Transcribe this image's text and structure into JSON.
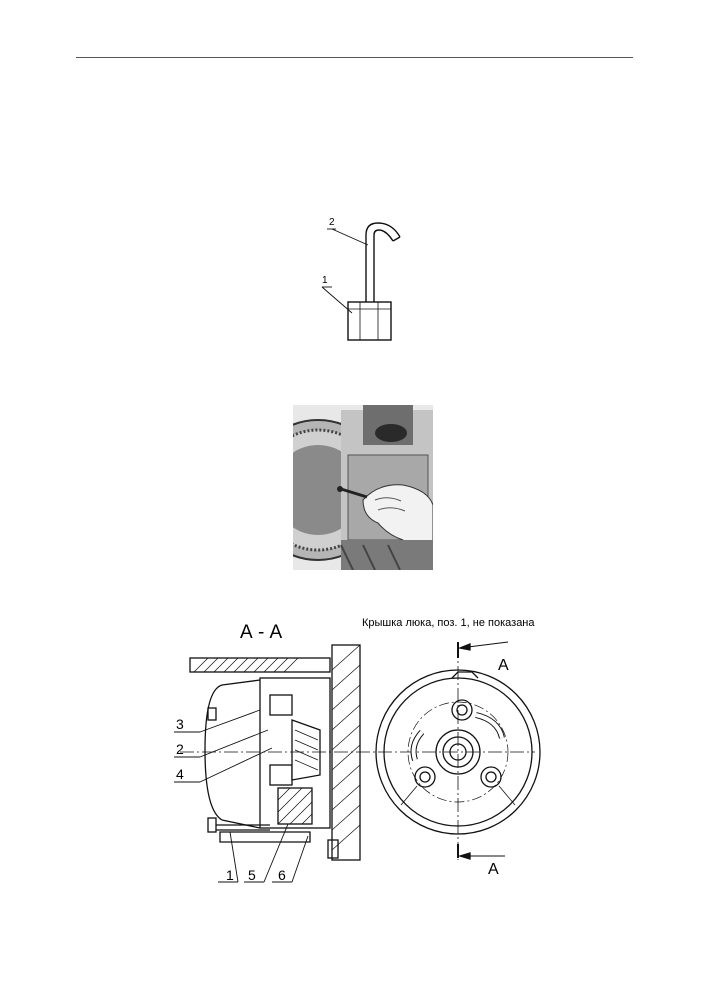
{
  "figure1": {
    "callouts": [
      "1",
      "2"
    ]
  },
  "figure3": {
    "section_title": "А - А",
    "note": "Крышка люка, поз. 1, не показана",
    "callouts_left": [
      "3",
      "2",
      "4"
    ],
    "callouts_bottom": [
      "1",
      "5",
      "6"
    ],
    "cut_label_top": "А",
    "cut_label_bottom": "А"
  }
}
